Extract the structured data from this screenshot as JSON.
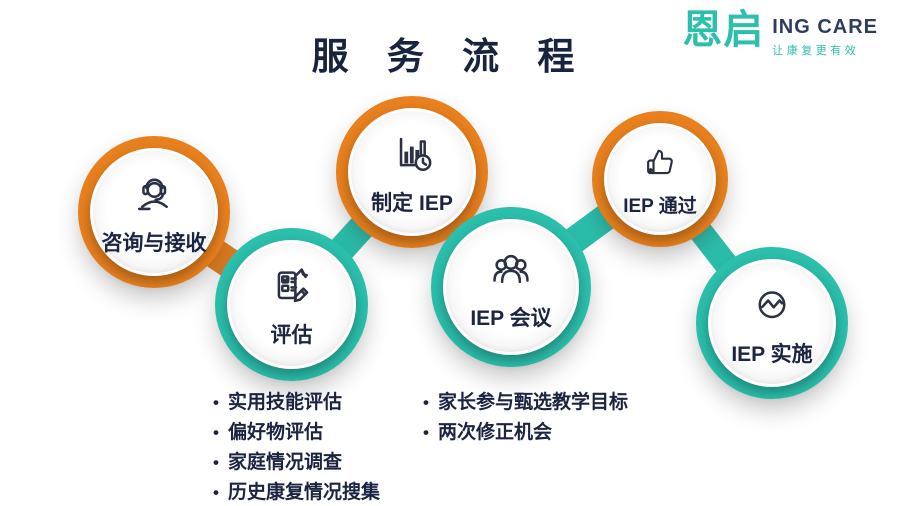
{
  "title": "服 务 流 程",
  "logo": {
    "mark": "恩启",
    "name": "ING CARE",
    "tagline": "让康复更有效"
  },
  "colors": {
    "orange": "#E8801E",
    "teal": "#2BBFAC",
    "navy": "#1B2440",
    "icon_stroke": "#2A3144"
  },
  "steps": [
    {
      "label": "咨询与接收",
      "icon": "headset-agent-icon",
      "ring": "orange"
    },
    {
      "label": "评估",
      "icon": "assessment-checklist-icon",
      "ring": "teal"
    },
    {
      "label": "制定 IEP",
      "icon": "chart-clock-icon",
      "ring": "orange"
    },
    {
      "label": "IEP 会议",
      "icon": "meeting-people-icon",
      "ring": "teal"
    },
    {
      "label": "IEP 通过",
      "icon": "thumbs-up-icon",
      "ring": "orange"
    },
    {
      "label": "IEP 实施",
      "icon": "progress-trend-icon",
      "ring": "teal"
    }
  ],
  "notes": [
    {
      "items": [
        "实用技能评估",
        "偏好物评估",
        "家庭情况调查",
        "历史康复情况搜集"
      ]
    },
    {
      "items": [
        "家长参与甄选教学目标",
        "两次修正机会"
      ]
    }
  ]
}
